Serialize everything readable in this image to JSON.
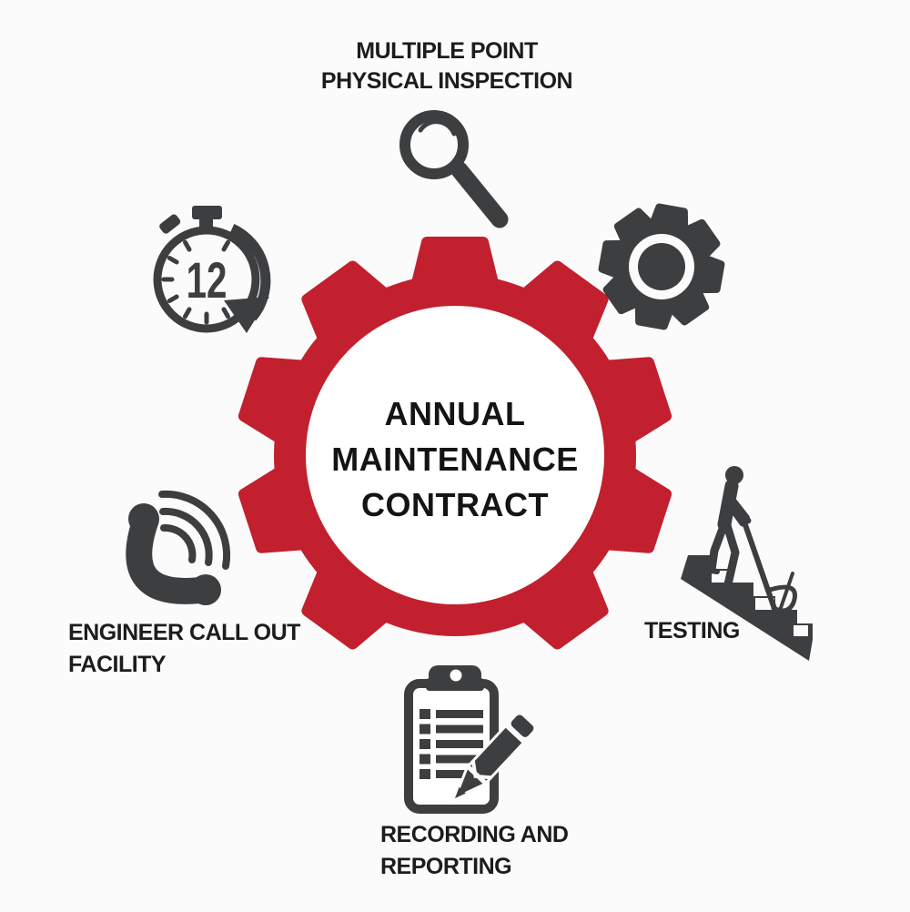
{
  "page": {
    "background": "#fbfbfb"
  },
  "colors": {
    "accent_red": "#c2202e",
    "icon_gray": "#3d3e40",
    "label_text": "#1d1c1a",
    "center_text": "#151413",
    "white": "#ffffff"
  },
  "center": {
    "line1": "ANNUAL",
    "line2": "MAINTENANCE",
    "line3": "CONTRACT"
  },
  "labels": {
    "inspection1": "MULTIPLE POINT",
    "inspection2": "PHYSICAL INSPECTION",
    "engineer1": "ENGINEER CALL OUT",
    "engineer2": "FACILITY",
    "testing": "TESTING",
    "recording1": "RECORDING AND",
    "recording2": "REPORTING"
  },
  "timer": {
    "value": "12"
  },
  "icons": {
    "center_gear": "red-gear-ring",
    "magnifier": "magnifying-glass",
    "stopwatch": "stopwatch-with-12-and-clockwise-arrow",
    "cog": "cog-wheel",
    "phone": "telephone-handset-with-sound-waves",
    "testing": "engineer-testing-staircase",
    "clipboard": "clipboard-checklist-with-pencil"
  }
}
